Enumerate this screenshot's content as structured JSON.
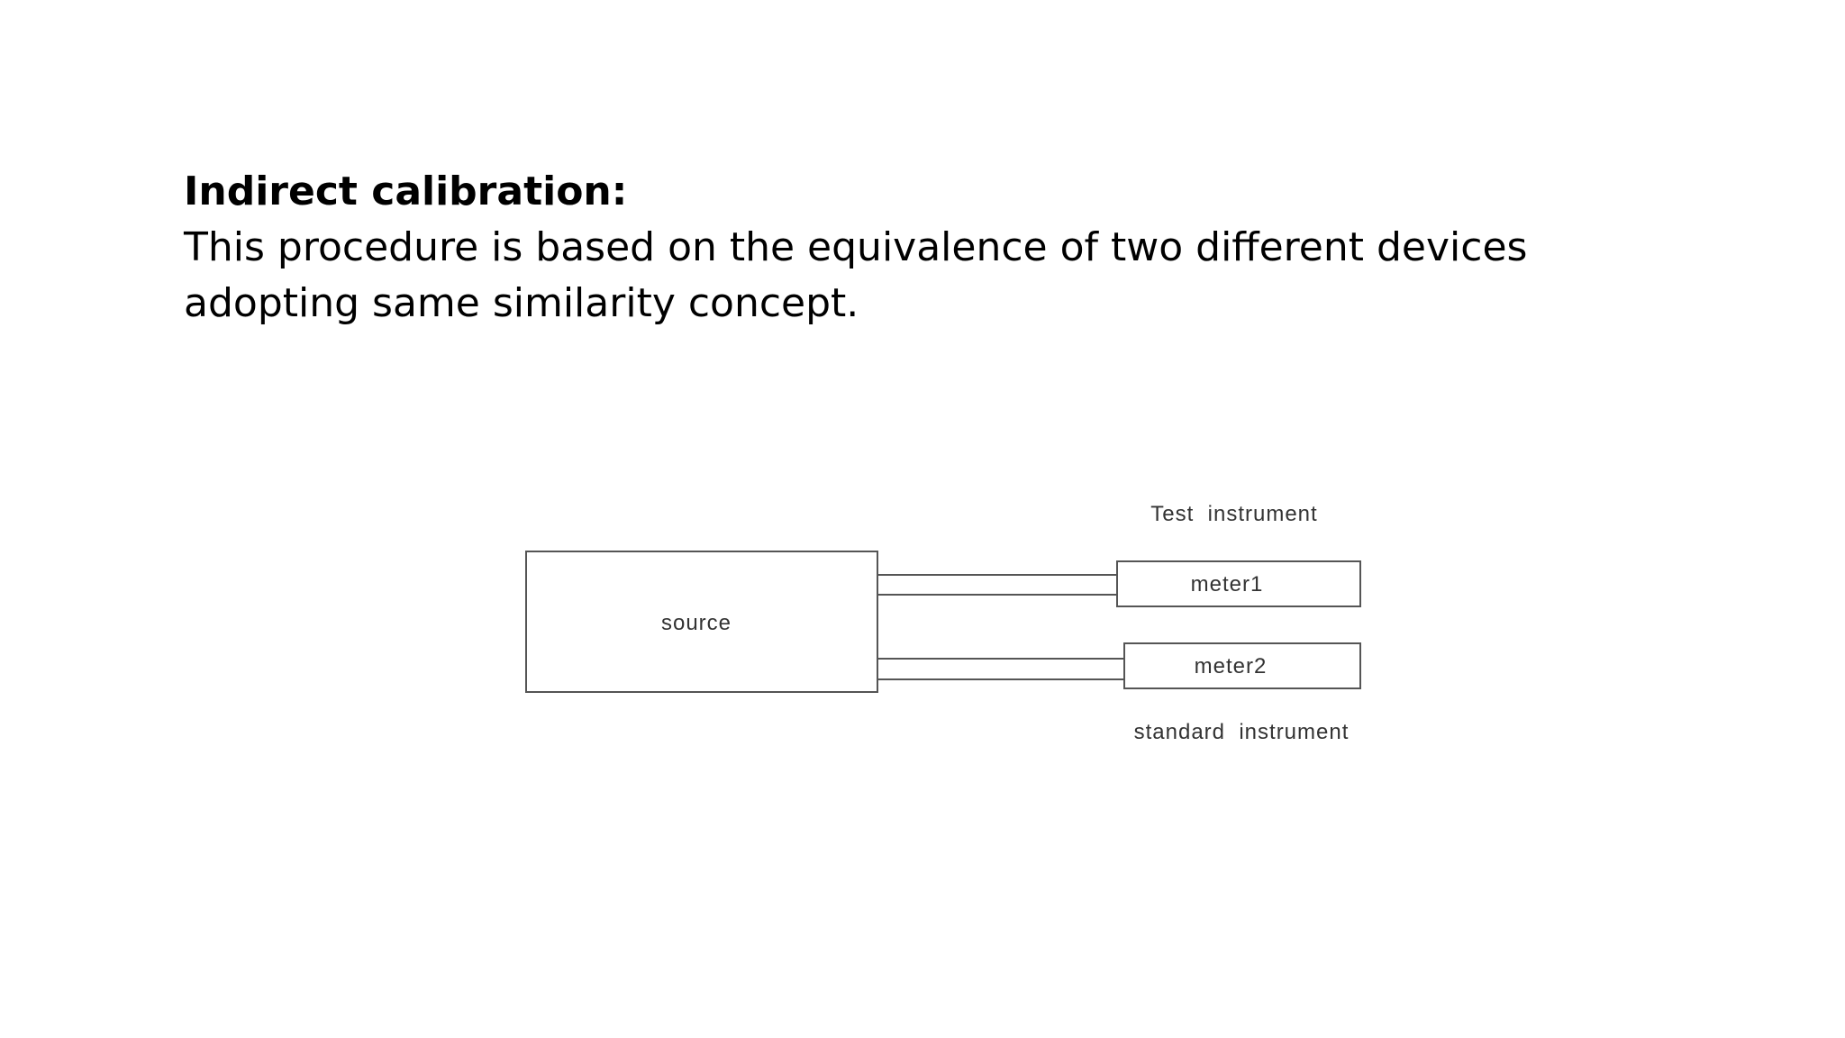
{
  "heading": "Indirect calibration:",
  "body": "This procedure is based on the equivalence of two different devices adopting same similarity concept.",
  "diagram": {
    "source_label": "source",
    "meter1_label": "meter1",
    "meter2_label": "meter2",
    "test_instrument_label": "Test  instrument",
    "standard_instrument_label": "standard  instrument"
  },
  "colors": {
    "line": "#555555",
    "text": "#333333"
  }
}
